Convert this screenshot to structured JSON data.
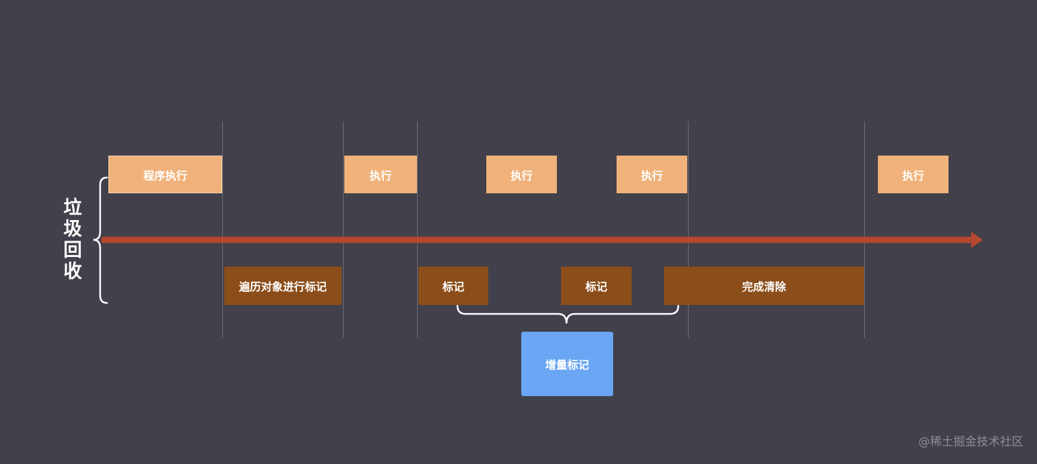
{
  "side_label": [
    "垃",
    "圾",
    "回",
    "收"
  ],
  "program_blocks": [
    {
      "label": "程序执行"
    },
    {
      "label": "执行"
    },
    {
      "label": "执行"
    },
    {
      "label": "执行"
    },
    {
      "label": "执行"
    }
  ],
  "gc_blocks": [
    {
      "label": "遍历对象进行标记"
    },
    {
      "label": "标记"
    },
    {
      "label": "标记"
    },
    {
      "label": "完成清除"
    }
  ],
  "incremental": {
    "label": "增量标记"
  },
  "watermark": "@稀土掘金技术社区",
  "colors": {
    "background": "#41404b",
    "program_block": "#f0b27a",
    "gc_block": "#8b4d1a",
    "incremental_block": "#6aa6f4",
    "timeline_arrow": "#b5482e",
    "divider": "#6f6e78"
  }
}
